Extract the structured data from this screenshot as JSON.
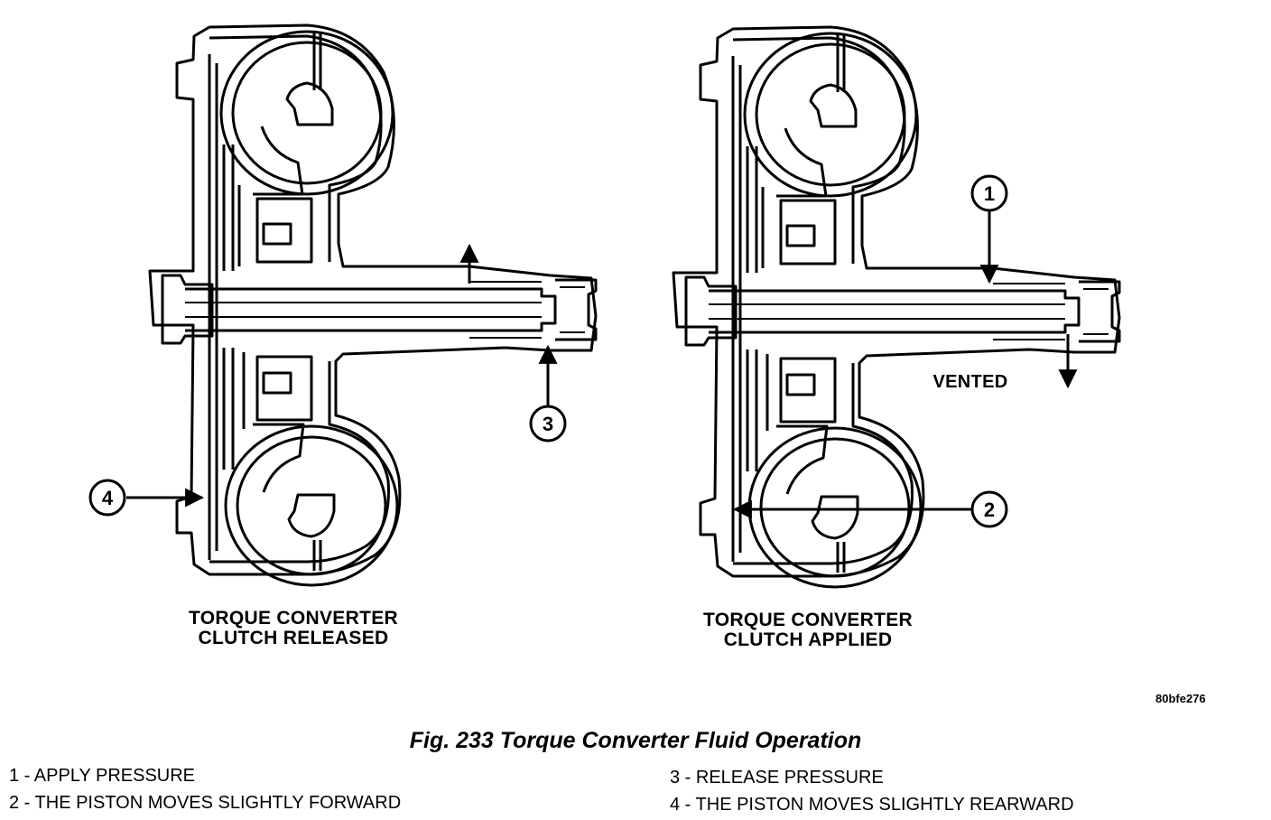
{
  "diagram": {
    "left_title_line1": "TORQUE CONVERTER",
    "left_title_line2": "CLUTCH RELEASED",
    "right_title_line1": "TORQUE CONVERTER",
    "right_title_line2": "CLUTCH APPLIED",
    "vented_label": "VENTED",
    "callouts": [
      "1",
      "2",
      "3",
      "4"
    ],
    "image_code": "80bfe276"
  },
  "caption": "Fig. 233 Torque Converter Fluid Operation",
  "legend": {
    "item1": "1 - APPLY PRESSURE",
    "item2": "2 - THE PISTON MOVES SLIGHTLY FORWARD",
    "item3": "3 - RELEASE PRESSURE",
    "item4": "4 - THE PISTON MOVES SLIGHTLY REARWARD"
  }
}
